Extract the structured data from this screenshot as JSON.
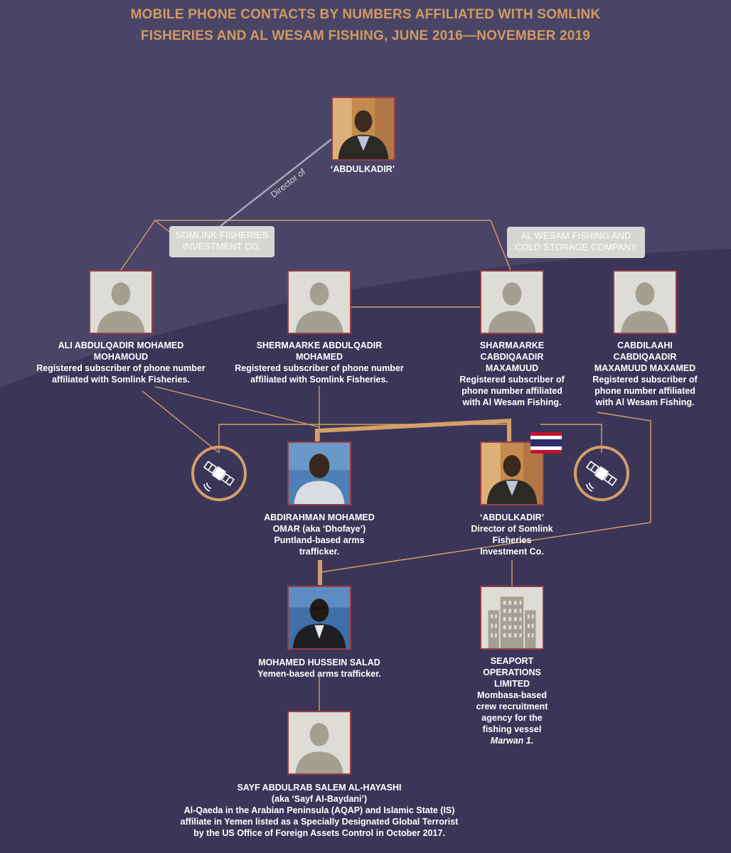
{
  "title": {
    "line1": "MOBILE PHONE CONTACTS BY NUMBERS AFFILIATED WITH SOMLINK",
    "line2": "FISHERIES AND AL WESAM FISHING, JUNE 2016—NOVEMBER 2019"
  },
  "edge_label": "Director of",
  "companies": {
    "somlink": [
      "SOMLINK FISHERIES",
      "INVESTMENT CO."
    ],
    "alwesam": [
      "AL WESAM FISHING AND",
      "COLD STORAGE COMPANY"
    ]
  },
  "people": {
    "abdulkadir_top": {
      "name": "‘ABDULKADIR’"
    },
    "ali": {
      "name": [
        "ALI ABDULQADIR MOHAMED",
        "MOHAMOUD"
      ],
      "desc": [
        "Registered subscriber of phone number",
        "affiliated with Somlink Fisheries."
      ]
    },
    "shermaarke": {
      "name": [
        "SHERMAARKE ABDULQADIR",
        "MOHAMED"
      ],
      "desc": [
        "Registered subscriber of phone number",
        "affiliated with Somlink Fisheries."
      ]
    },
    "sharmaarke": {
      "name": [
        "SHARMAARKE",
        "CABDIQAADIR",
        "MAXAMUUD"
      ],
      "desc": [
        "Registered subscriber of",
        "phone number affiliated",
        "with Al Wesam Fishing."
      ]
    },
    "cabdilaahi": {
      "name": [
        "CABDILAAHI",
        "CABDIQAADIR",
        "MAXAMUUD MAXAMED"
      ],
      "desc": [
        "Registered subscriber of",
        "phone number affiliated",
        "with Al Wesam Fishing."
      ]
    },
    "abdirahman": {
      "name": [
        "ABDIRAHMAN MOHAMED",
        "OMAR (aka ‘Dhofaye’)"
      ],
      "desc": [
        "Puntland-based arms",
        "trafficker."
      ]
    },
    "abdulkadir_mid": {
      "name": [
        "‘ABDULKADIR’"
      ],
      "desc": [
        "Director of Somlink",
        "Fisheries",
        "Investment Co."
      ]
    },
    "mohamed_hussein": {
      "name": [
        "MOHAMED HUSSEIN SALAD"
      ],
      "desc": [
        "Yemen-based arms trafficker."
      ]
    },
    "seaport": {
      "name": [
        "SEAPORT",
        "OPERATIONS",
        "LIMITED"
      ],
      "desc": [
        "Mombasa-based",
        "crew recruitment",
        "agency for the",
        "fishing vessel"
      ],
      "vessel": "Marwan 1."
    },
    "sayf": {
      "name": [
        "SAYF ABDULRAB SALEM AL-HAYASHI",
        "(aka ‘Sayf Al-Baydani’)"
      ],
      "desc": [
        "Al-Qaeda in the Arabian Peninsula (AQAP) and Islamic State (IS)",
        "affiliate in Yemen listed as a Specially Designated Global Terrorist",
        "by the US Office of Foreign Assets Control in October 2017."
      ]
    }
  },
  "icons": {
    "satellite": "satellite-icon",
    "building": "building-icon",
    "flag": "thailand-flag-icon",
    "silhouette": "person-silhouette-icon"
  },
  "colors": {
    "background": "#3b3658",
    "background_light": "#4a4566",
    "title": "#d19a62",
    "connector": "#d59f69",
    "photo_border": "#9a3d44",
    "company_box": "#d7d6d3"
  }
}
